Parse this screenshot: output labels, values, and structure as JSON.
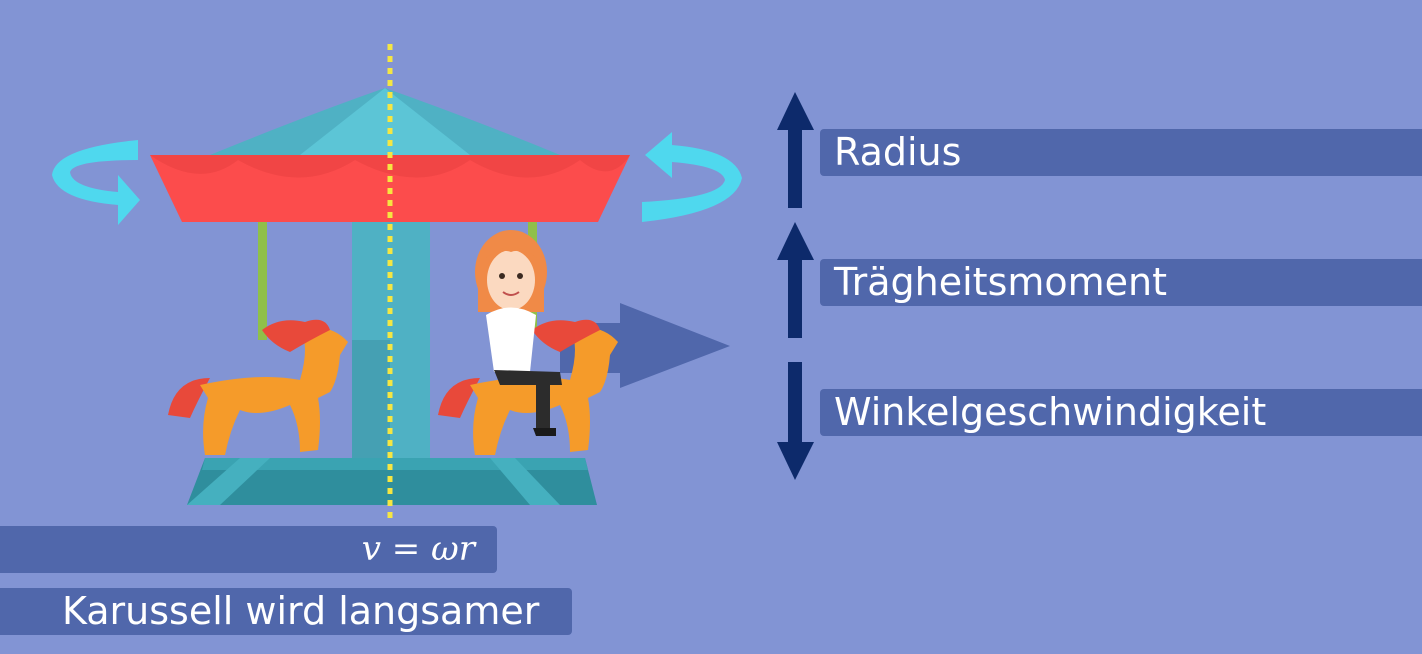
{
  "indicators": [
    {
      "label": "Radius",
      "direction": "up"
    },
    {
      "label": "Trägheitsmoment",
      "direction": "up"
    },
    {
      "label": "Winkelgeschwindigkeit",
      "direction": "down"
    }
  ],
  "formula": "v = ωr",
  "caption": "Karussell wird langsamer",
  "colors": {
    "background": "#8294d4",
    "label_bar": "#5067ab",
    "arrow": "#0d2a6b",
    "roof": "#fc4c4c",
    "rotation_arrow": "#4fd8ee",
    "horse": "#f59b2a",
    "axis": "#f5e642"
  }
}
